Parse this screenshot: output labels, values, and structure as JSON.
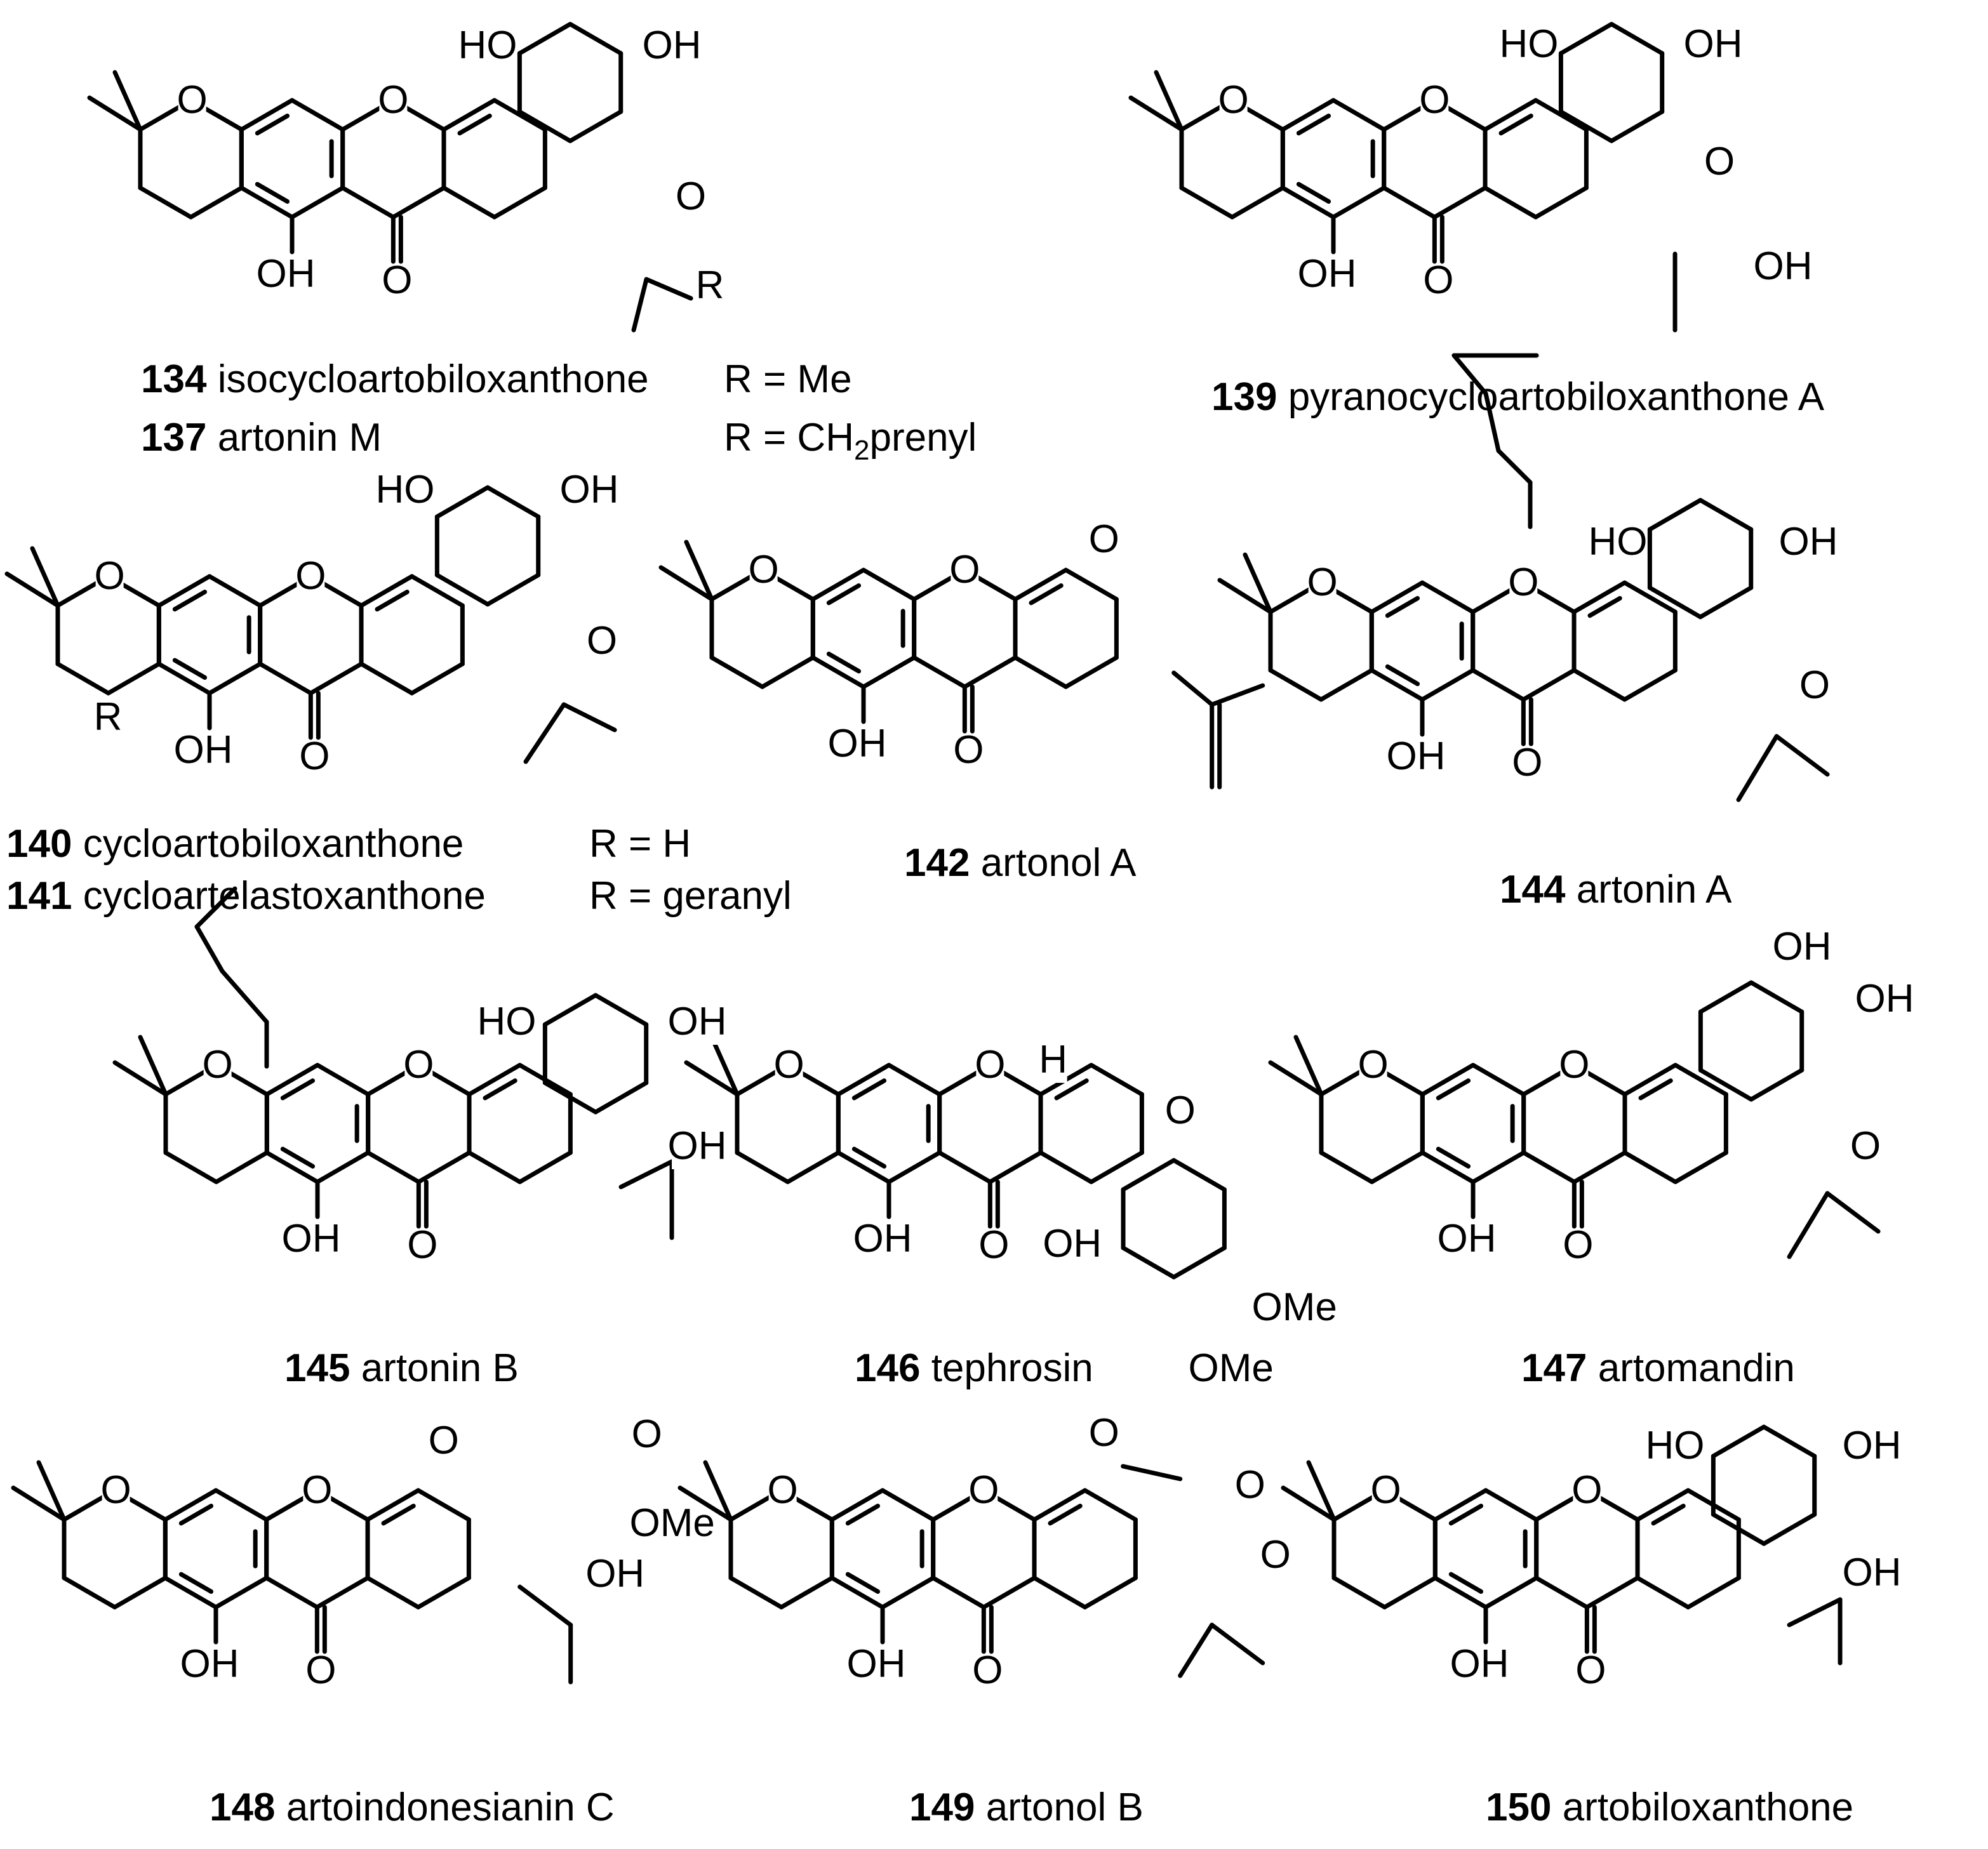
{
  "atom_labels": {
    "oh": "OH",
    "ho": "HO",
    "o": "O",
    "r": "R",
    "h": "H",
    "ome": "OMe"
  },
  "compounds": [
    {
      "number": "134",
      "name": "isocycloartobiloxanthone",
      "substituent": "R = Me"
    },
    {
      "number": "137",
      "name": "artonin M",
      "substituent_prefix": "R = CH",
      "substituent_subscript": "2",
      "substituent_suffix": "prenyl"
    },
    {
      "number": "139",
      "name": "pyranocycloartobiloxanthone A"
    },
    {
      "number": "140",
      "name": "cycloartobiloxanthone",
      "substituent": "R = H"
    },
    {
      "number": "141",
      "name": "cycloartelastoxanthone",
      "substituent": "R = geranyl"
    },
    {
      "number": "142",
      "name": "artonol A"
    },
    {
      "number": "144",
      "name": "artonin A"
    },
    {
      "number": "145",
      "name": "artonin B"
    },
    {
      "number": "146",
      "name": "tephrosin"
    },
    {
      "number": "147",
      "name": "artomandin"
    },
    {
      "number": "148",
      "name": "artoindonesianin C"
    },
    {
      "number": "149",
      "name": "artonol B"
    },
    {
      "number": "150",
      "name": "artobiloxanthone"
    }
  ]
}
